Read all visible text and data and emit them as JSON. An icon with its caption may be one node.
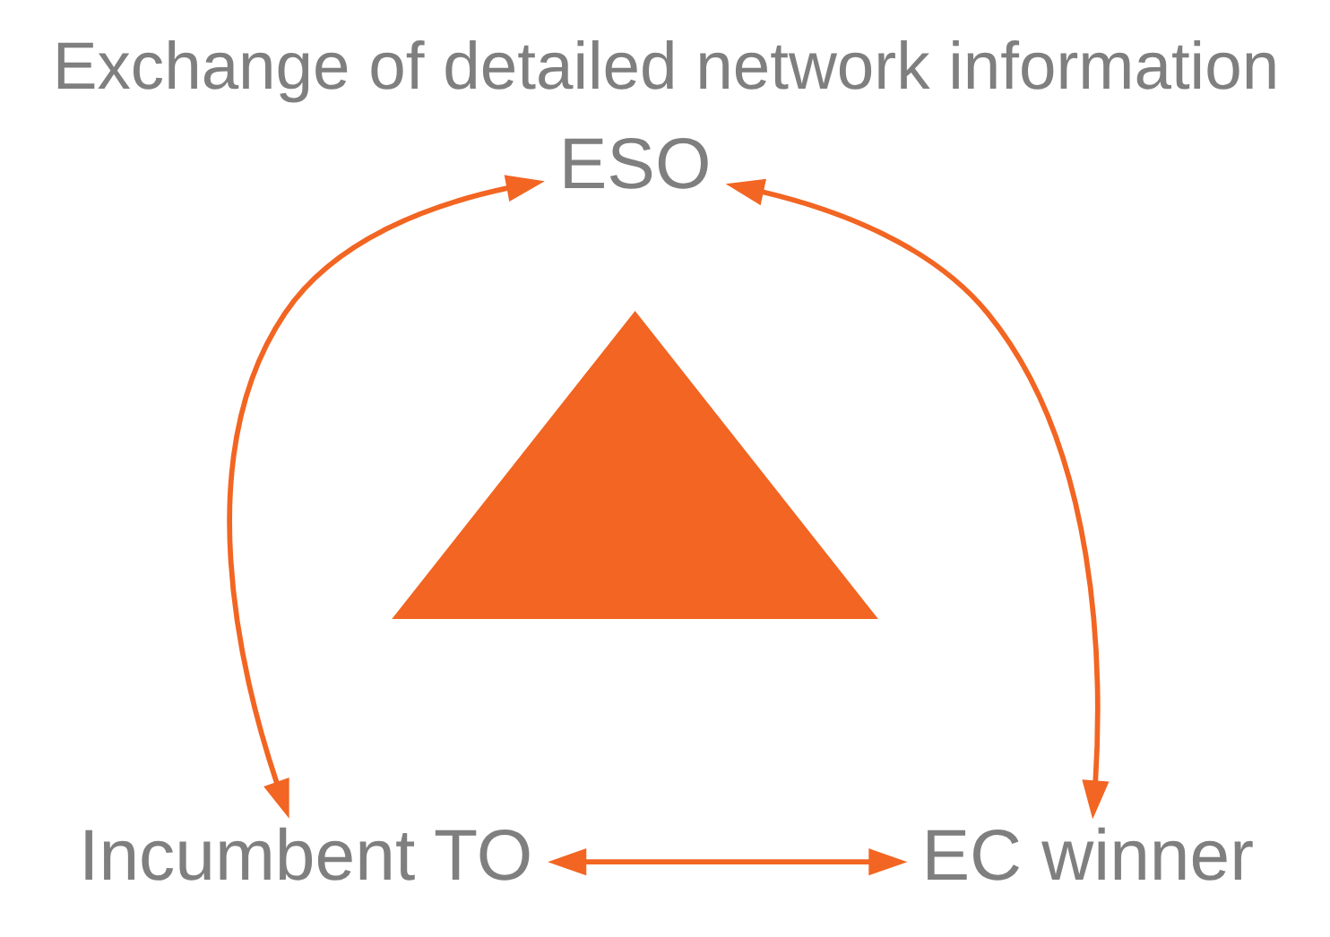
{
  "diagram": {
    "title": "Exchange of detailed network information",
    "nodes": [
      {
        "text": [
          "ESO"
        ]
      },
      {
        "text": [],
        "shape": "triangle"
      },
      {
        "text": [
          "Incumbent TO"
        ]
      },
      {
        "text": [
          "EC winner"
        ]
      }
    ],
    "edges": [
      {
        "from": 0,
        "to": 2,
        "arrow": "both"
      },
      {
        "from": 0,
        "to": 3,
        "arrow": "both"
      },
      {
        "from": 2,
        "to": 3,
        "arrow": "both"
      }
    ]
  }
}
